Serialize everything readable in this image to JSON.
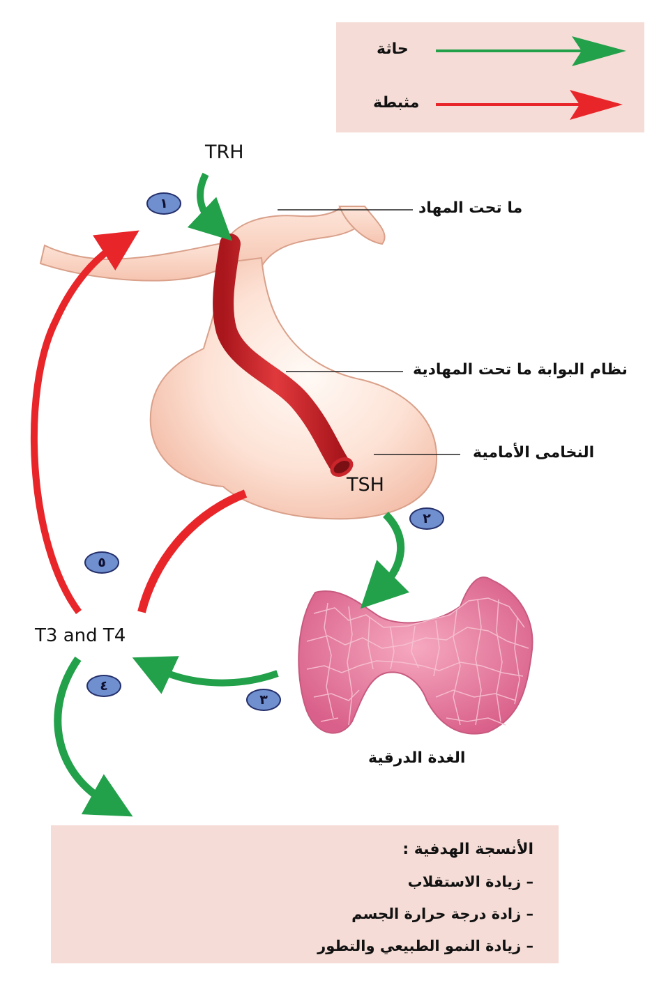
{
  "legend": {
    "stimulatory": {
      "label": "حاثة",
      "color": "#22a04a"
    },
    "inhibitory": {
      "label": "مثبطة",
      "color": "#e8262a"
    }
  },
  "labels": {
    "trh": "TRH",
    "tsh": "TSH",
    "t3_t4": "T3 and T4",
    "hypothalamus": "ما تحت المهاد",
    "portal_system": "نظام البوابة ما تحت المهادية",
    "anterior_pituitary": "النخامى الأمامية",
    "thyroid": "الغدة الدرقية"
  },
  "steps": [
    "١",
    "٢",
    "٣",
    "٤",
    "٥"
  ],
  "target_tissues": {
    "title": "الأنسجة الهدفية :",
    "effects": [
      "– زيادة الاستقلاب",
      "– زادة درجة حرارة الجسم",
      "– زيادة النمو الطبيعي والتطور"
    ]
  },
  "colors": {
    "stimulatory_arrow": "#22a04a",
    "inhibitory_arrow": "#e8262a",
    "badge": "#6f8fcf",
    "box_fill": "#f5dcd6",
    "pituitary": "#fbd3c3",
    "portal_vessel": "#c9252b",
    "thyroid": "#e88aa6"
  }
}
